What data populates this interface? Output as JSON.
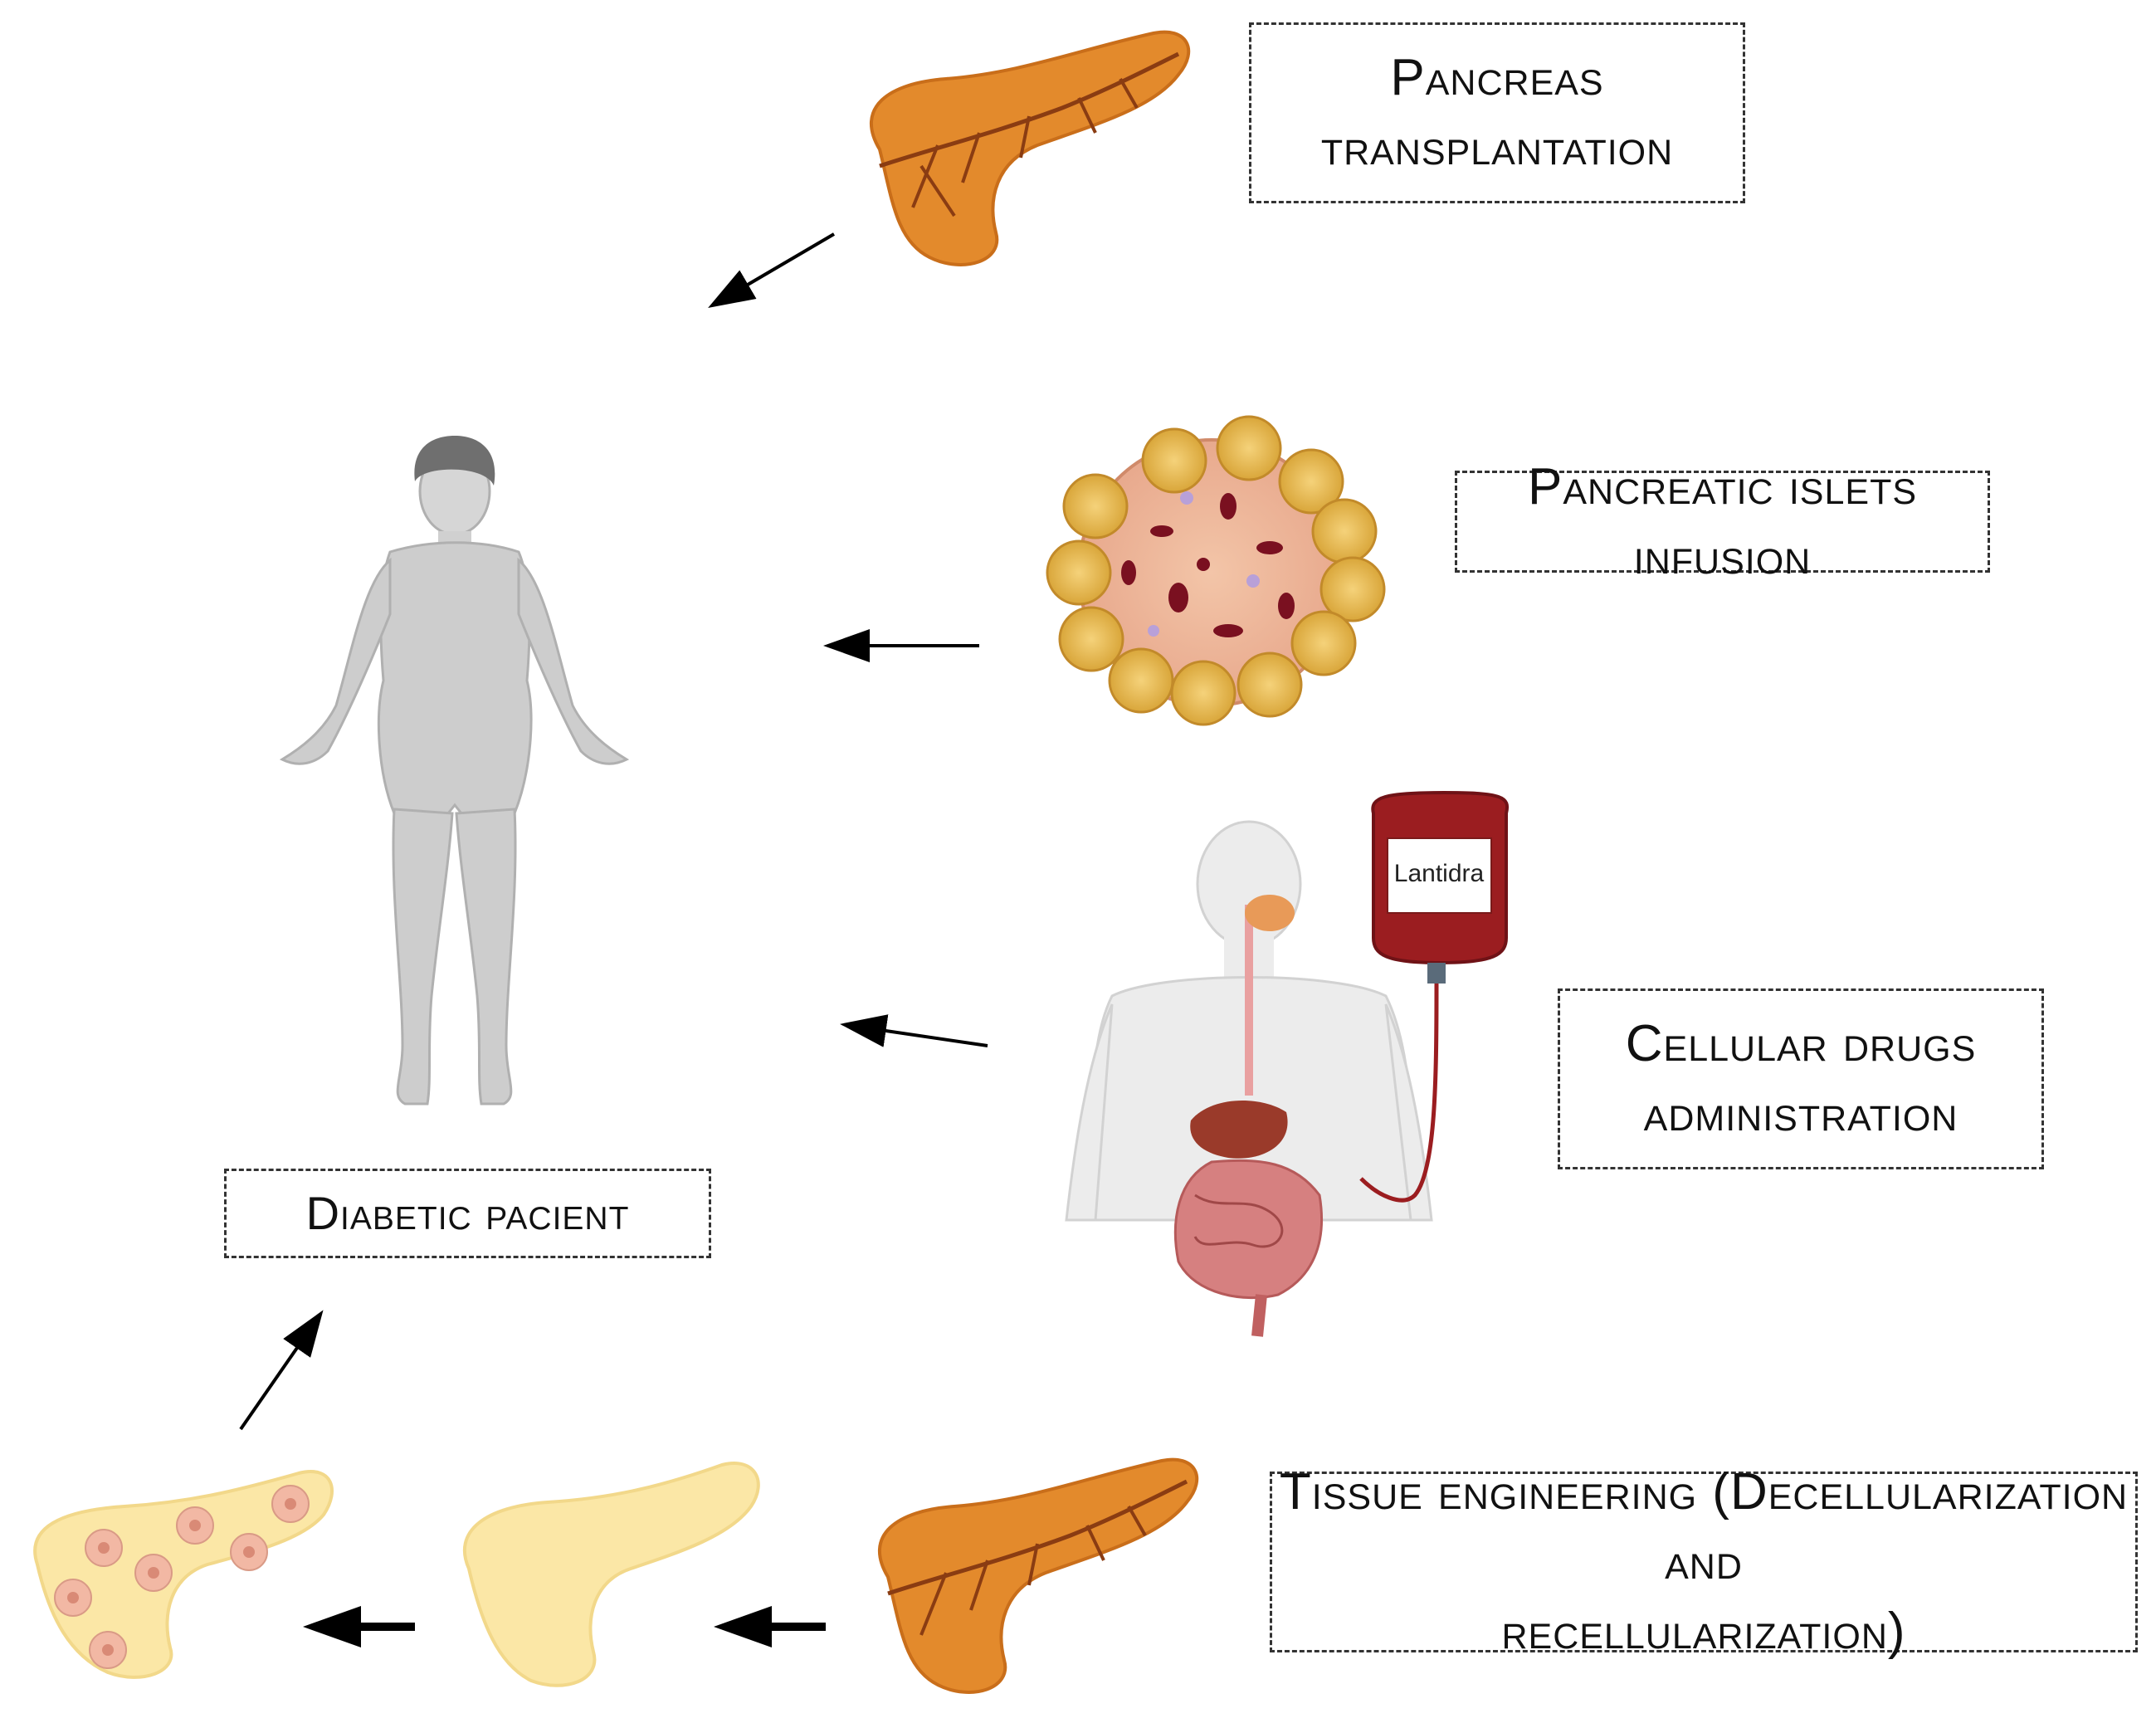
{
  "labels": {
    "pancreas_transplantation": [
      "Pancreas",
      "transplantation"
    ],
    "pancreatic_islets_infusion": "Pancreatic islets infusion",
    "cellular_drugs_administration": [
      "Cellular drugs",
      "administration"
    ],
    "diabetic_patient": "Diabetic pacient",
    "tissue_engineering": [
      "Tissue engineering (Decellularization and",
      "recellularization)"
    ],
    "iv_bag_label": "Lantidra"
  },
  "colors": {
    "pancreas_orange": "#e38a2c",
    "pancreas_vessel": "#8a3c12",
    "decell_pancreas": "#fbe7a6",
    "recell_dots": "#f2b8a4",
    "body_gray": "#c9c9c9",
    "islet_yellow": "#e8b94a",
    "blood_red": "#9b1d20",
    "arrow": "#000000"
  }
}
